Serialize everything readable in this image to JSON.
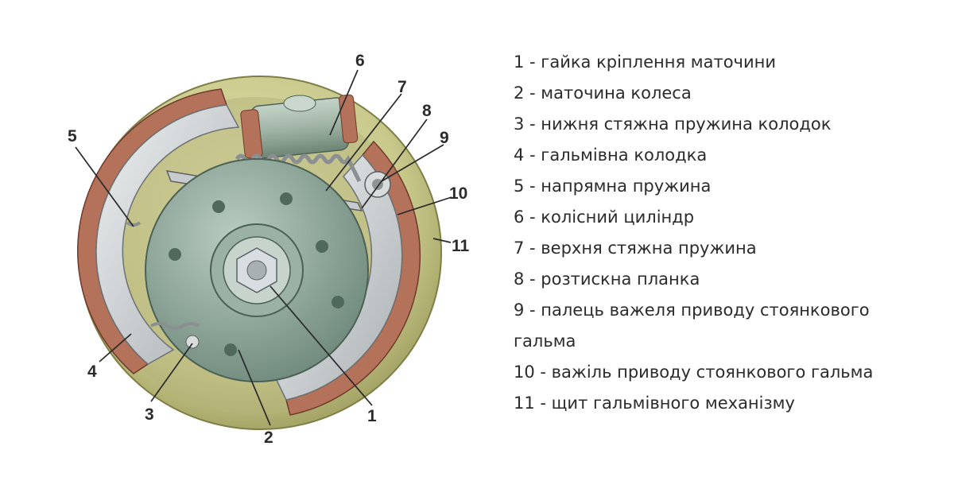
{
  "diagram": {
    "callouts": [
      "1",
      "2",
      "3",
      "4",
      "5",
      "6",
      "7",
      "8",
      "9",
      "10",
      "11"
    ],
    "colors": {
      "shield_outer": "#c9c98c",
      "shield_inner": "#9b9a5c",
      "lining": "#b5725b",
      "shoe_steel": "#d2d6d8",
      "hub": "#8fa59a",
      "cylinder": "#9fb3a5",
      "spring": "#d8d8d8"
    }
  },
  "legend": {
    "items": [
      "1 - гайка кріплення маточини",
      "2 - маточина колеса",
      "3 - нижня стяжна пружина колодок",
      "4 - гальмівна колодка",
      "5 - напрямна пружина",
      "6 - колісний циліндр",
      "7 - верхня стяжна пружина",
      "8 - розтискна планка",
      "9 - палець важеля приводу стоянкового гальма",
      "10 - важіль приводу стоянкового гальма",
      "11 - щит гальмівного механізму"
    ]
  }
}
